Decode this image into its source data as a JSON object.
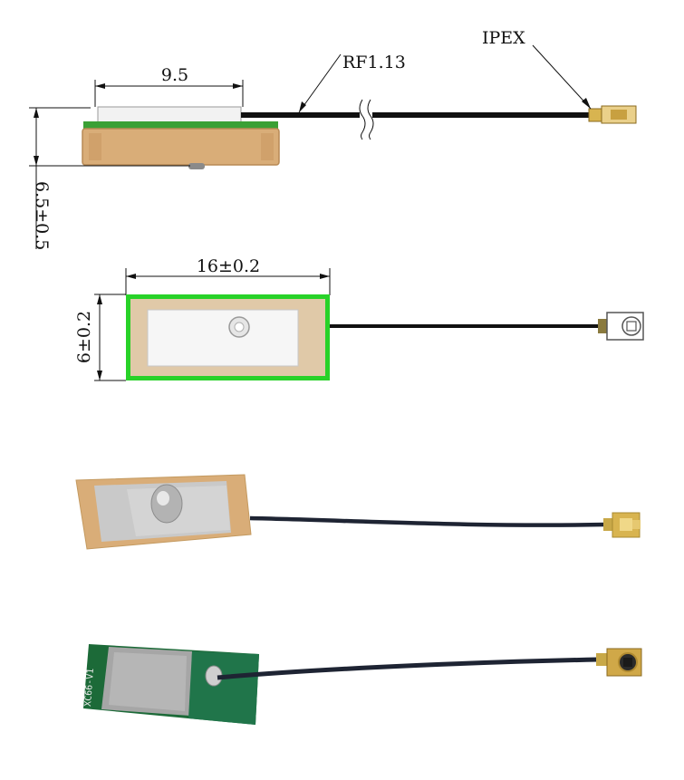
{
  "labels": {
    "cable_type": "RF1.13",
    "connector": "IPEX",
    "top_width": "9.5",
    "height": "6.5±0.5",
    "length": "16±0.2",
    "width": "6±0.2",
    "pcb_marking": "XC66-V1"
  },
  "colors": {
    "ceramic": "#d9ad78",
    "ceramic_edge": "#b88a55",
    "green_pcb": "#3aa035",
    "bright_green": "#28d228",
    "silver": "#d6d6d6",
    "cable": "#111111",
    "cable_photo": "#1e2433",
    "gold": "#d8b450",
    "dark_pcb": "#1c6a38"
  },
  "icons": [
    "ipex-connector-icon",
    "feed-pin-icon"
  ]
}
